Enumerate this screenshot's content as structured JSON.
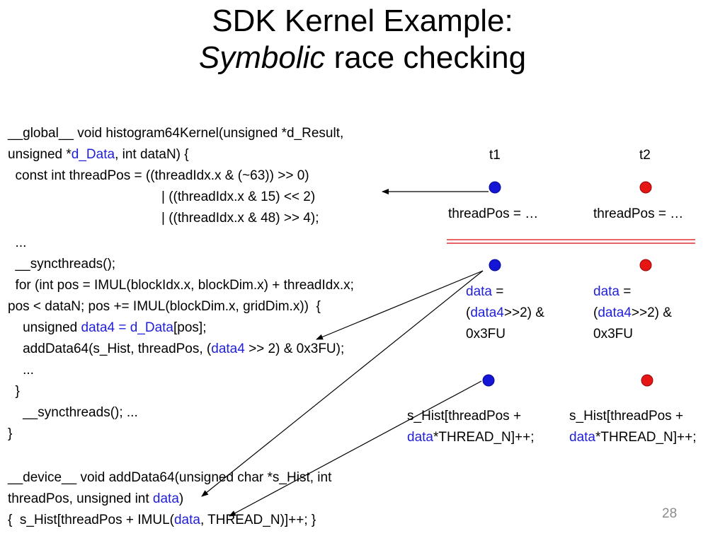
{
  "title": {
    "line1": "SDK Kernel Example:",
    "line2_italic": "Symbolic",
    "line2_rest": " race checking"
  },
  "code": {
    "l1": "__global__ void histogram64Kernel(unsigned *d_Result,",
    "l2a": "unsigned *",
    "l2b": "d_Data",
    "l2c": ", int dataN) {",
    "l3": "  const int threadPos = ((threadIdx.x & (~63)) >> 0)",
    "l4": "| ((threadIdx.x & 15) << 2)",
    "l5": "| ((threadIdx.x & 48) >> 4);",
    "l6": "  ...",
    "l7": "  __syncthreads();",
    "l8": "  for (int pos = IMUL(blockIdx.x, blockDim.x) + threadIdx.x;",
    "l9": "pos < dataN; pos += IMUL(blockDim.x, gridDim.x))  {",
    "l10a": "    unsigned ",
    "l10b": "data4",
    "l10c": " = ",
    "l10d": "d_Data",
    "l10e": "[pos];",
    "l11a": "    addData64(s_Hist, threadPos, (",
    "l11b": "data4",
    "l11c": " >> 2) & 0x3FU);",
    "l12": "    ...",
    "l13": "  }",
    "l14": "    __syncthreads(); ...",
    "l15": "}",
    "l16": "__device__ void addData64(unsigned char *s_Hist, int",
    "l17a": "threadPos, unsigned int ",
    "l17b": "data",
    "l17c": ")",
    "l18a": "{  s_Hist[threadPos + IMUL(",
    "l18b": "data",
    "l18c": ", THREAD_N)]++; }"
  },
  "threads": {
    "t1": "t1",
    "t2": "t2",
    "t1_color": "#1515d6",
    "t2_color": "#e81515",
    "step1": {
      "t1": "threadPos = …",
      "t2": "threadPos = …"
    },
    "step2": {
      "var": "data",
      "eq": " =",
      "open": "(",
      "var4": "data4",
      "rest": ">>2) &",
      "mask": "0x3FU"
    },
    "step3": {
      "line1": "s_Hist[threadPos +",
      "var": "data",
      "rest": "*THREAD_N]++;"
    }
  },
  "colors": {
    "highlight": "#1f1fd8",
    "barrier": "#e03030"
  },
  "page_number": "28"
}
